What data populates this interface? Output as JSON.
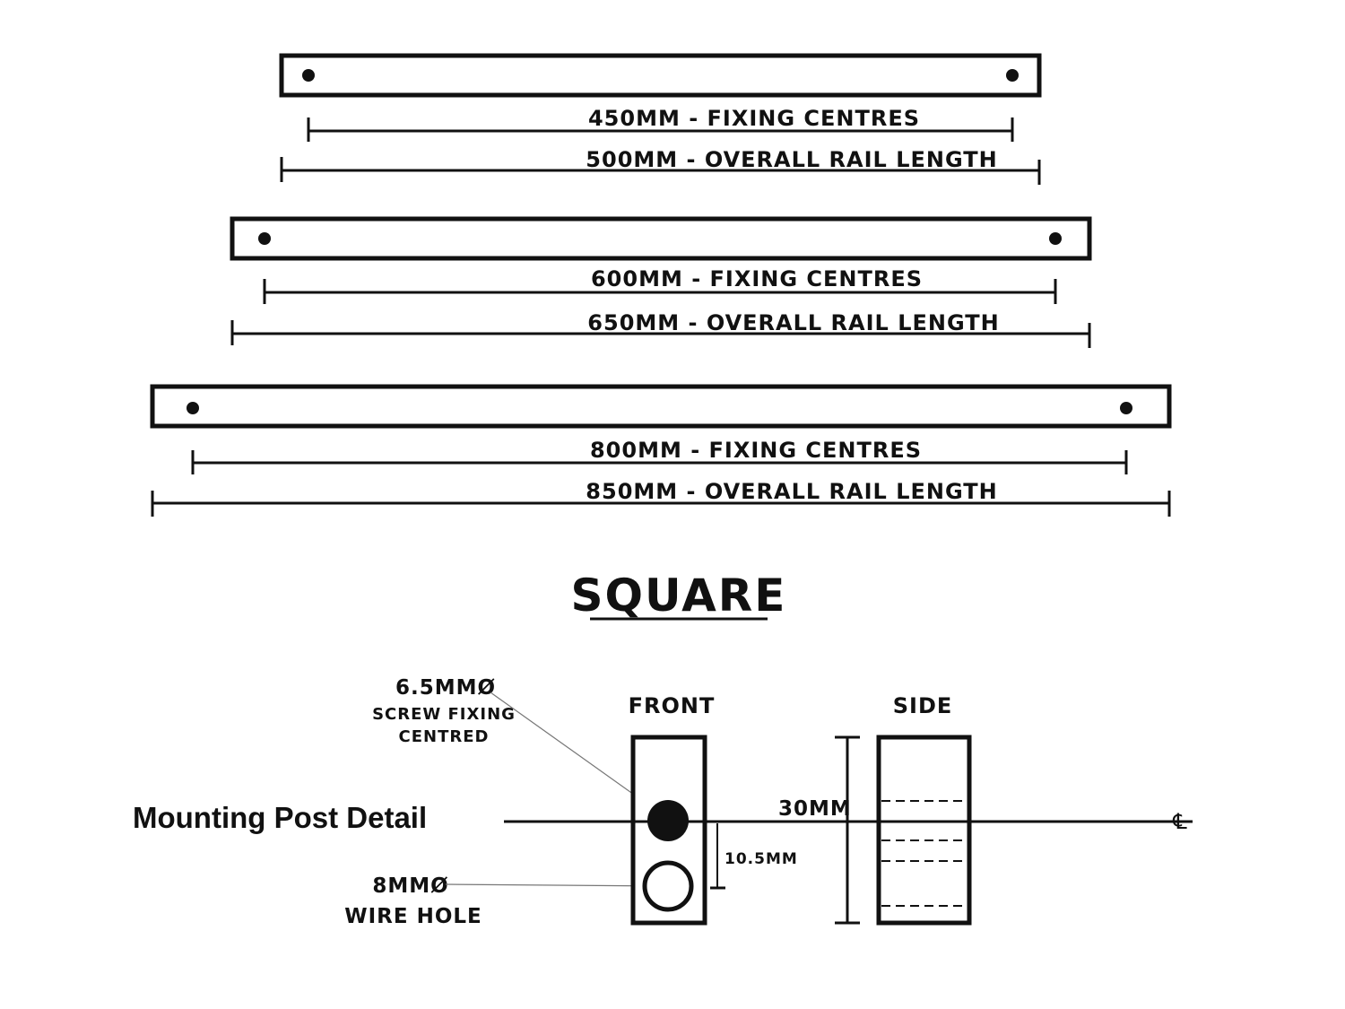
{
  "rails": [
    {
      "fixing_label": "450MM - FIXING CENTRES",
      "overall_label": "500MM - OVERALL RAIL LENGTH"
    },
    {
      "fixing_label": "600MM - FIXING CENTRES",
      "overall_label": "650MM - OVERALL RAIL LENGTH"
    },
    {
      "fixing_label": "800MM - FIXING CENTRES",
      "overall_label": "850MM - OVERALL RAIL LENGTH"
    }
  ],
  "section_title": "SQUARE",
  "post_detail": {
    "title": "Mounting Post Detail",
    "front_label": "FRONT",
    "side_label": "SIDE",
    "screw_size": "6.5MMØ",
    "screw_desc_1": "SCREW FIXING",
    "screw_desc_2": "CENTRED",
    "wire_size": "8MMØ",
    "wire_desc": "WIRE HOLE",
    "offset_dim": "10.5MM",
    "height_dim": "30MM",
    "centreline_symbol": "℄"
  }
}
